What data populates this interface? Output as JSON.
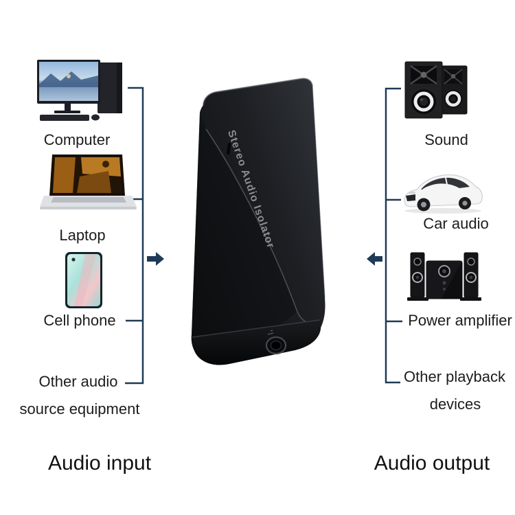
{
  "colors": {
    "accent": "#1e3a56",
    "text": "#1c1c1c",
    "device_text": "#8b8d91"
  },
  "device": {
    "label": "Stereo Audio Isolator"
  },
  "input": {
    "heading": "Audio input",
    "items": [
      {
        "label": "Computer"
      },
      {
        "label": "Laptop"
      },
      {
        "label": "Cell phone"
      },
      {
        "line1": "Other audio",
        "line2": "source equipment"
      }
    ]
  },
  "output": {
    "heading": "Audio output",
    "items": [
      {
        "label": "Sound"
      },
      {
        "label": "Car audio"
      },
      {
        "label": "Power amplifier"
      },
      {
        "line1": "Other playback",
        "line2": "devices"
      }
    ]
  }
}
